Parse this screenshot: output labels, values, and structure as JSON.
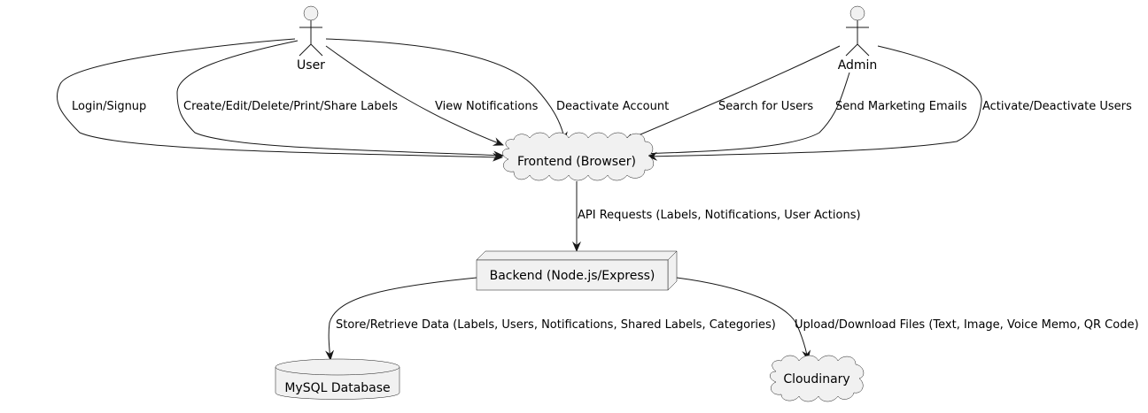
{
  "actors": {
    "user": {
      "label": "User"
    },
    "admin": {
      "label": "Admin"
    }
  },
  "nodes": {
    "frontend": {
      "label": "Frontend (Browser)"
    },
    "backend": {
      "label": "Backend (Node.js/Express)"
    },
    "database": {
      "label": "MySQL Database"
    },
    "cloudinary": {
      "label": "Cloudinary"
    }
  },
  "edges": {
    "login": {
      "label": "Login/Signup"
    },
    "labels": {
      "label": "Create/Edit/Delete/Print/Share Labels"
    },
    "notifications": {
      "label": "View Notifications"
    },
    "deactivate": {
      "label": "Deactivate Account"
    },
    "search": {
      "label": "Search for Users"
    },
    "marketing": {
      "label": "Send Marketing Emails"
    },
    "activate": {
      "label": "Activate/Deactivate Users"
    },
    "api": {
      "label": "API Requests (Labels, Notifications, User Actions)"
    },
    "store": {
      "label": "Store/Retrieve Data (Labels, Users, Notifications, Shared Labels, Categories)"
    },
    "upload": {
      "label": "Upload/Download Files (Text, Image, Voice Memo, QR Code)"
    }
  },
  "colors": {
    "node_fill": "#f1f1f1",
    "line": "#181818",
    "background": "#ffffff"
  }
}
